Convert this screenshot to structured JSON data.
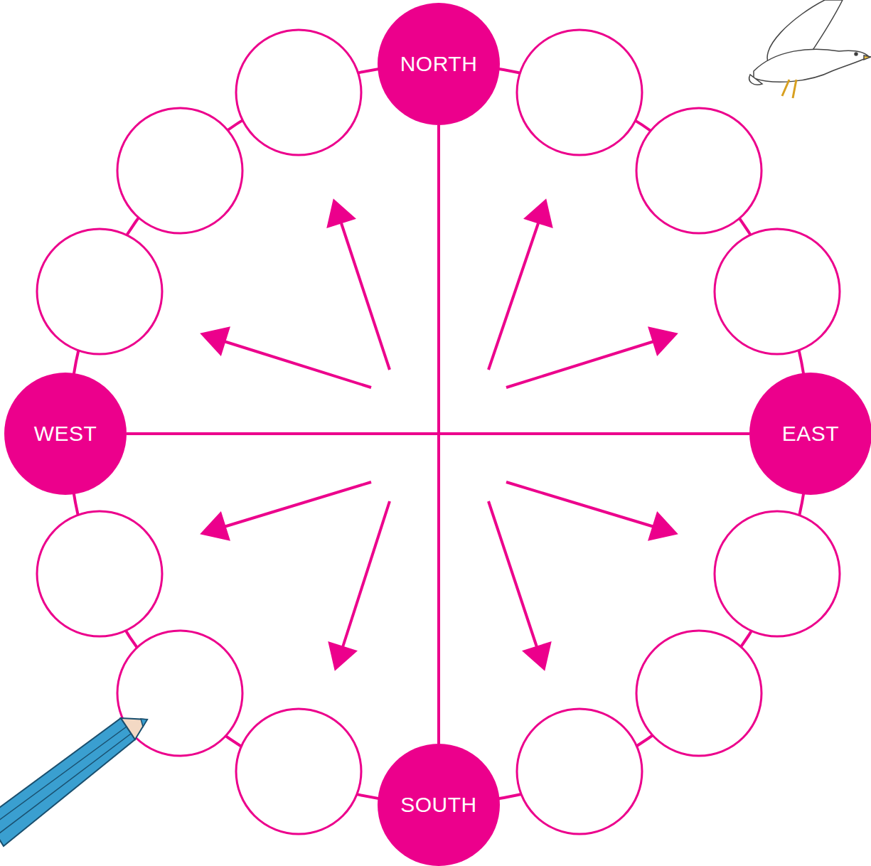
{
  "diagram": {
    "nodes": [
      {
        "text": [
          "NORTH"
        ]
      },
      {
        "text": [
          "WEST"
        ]
      },
      {
        "text": [
          "EAST"
        ]
      },
      {
        "text": [
          "SOUTH"
        ]
      }
    ],
    "edges": [
      {
        "from": 0,
        "to": 3,
        "arrow": "none"
      },
      {
        "from": 1,
        "to": 2,
        "arrow": "none"
      }
    ]
  }
}
